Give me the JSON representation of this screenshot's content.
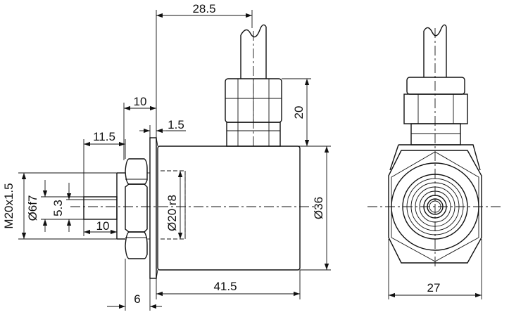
{
  "drawing": {
    "dimensions": {
      "top_width": "28.5",
      "flange_offset": "10",
      "flange_thickness": "1.5",
      "shaft_length": "11.5",
      "thread": "M20x1.5",
      "shaft_diameter": "Ø6f7",
      "shaft_flat": "5.3",
      "shaft_flat_length": "10",
      "spigot_diameter": "Ø20 r8",
      "body_diameter": "Ø36",
      "gland_height": "20",
      "body_length": "41.5",
      "nut_thickness": "6",
      "across_flats": "27"
    }
  }
}
